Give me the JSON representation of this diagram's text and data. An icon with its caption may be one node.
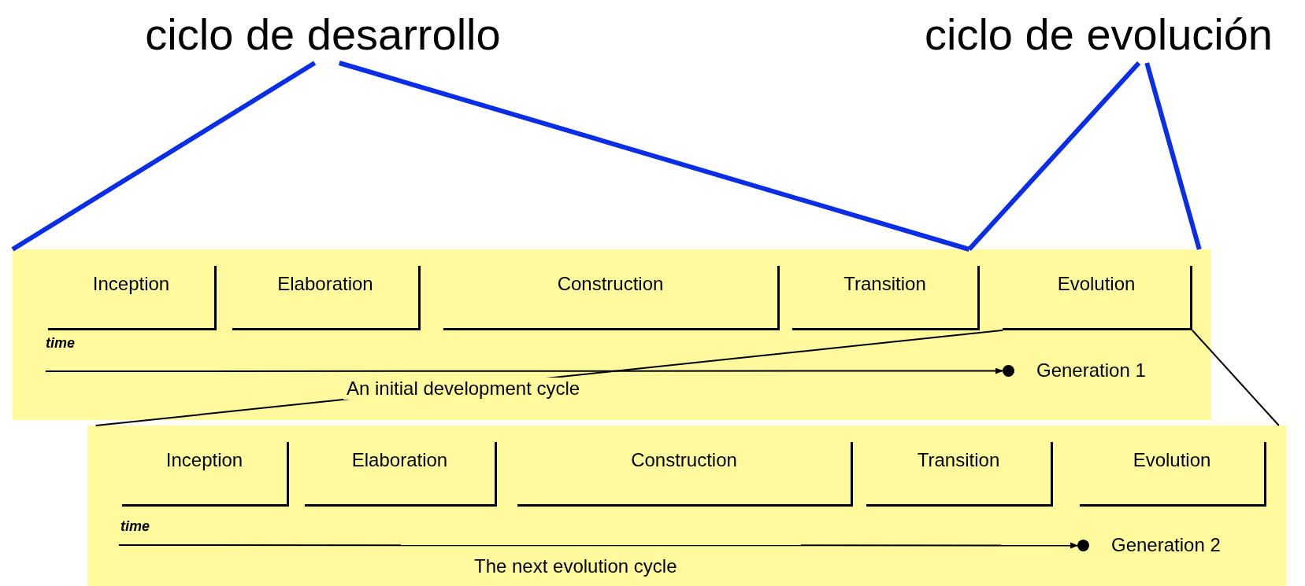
{
  "diagram": {
    "nodes": [
      {
        "text": [
          "ciclo de desarrollo"
        ]
      },
      {
        "text": [
          "ciclo de evolución"
        ]
      },
      {
        "text": [],
        "shape": "box"
      },
      {
        "text": [
          "Inception"
        ],
        "in": 2
      },
      {
        "text": [
          "Elaboration"
        ],
        "in": 2
      },
      {
        "text": [
          "Construction"
        ],
        "in": 2
      },
      {
        "text": [
          "Transition"
        ],
        "in": 2
      },
      {
        "text": [
          "Evolution"
        ],
        "in": 2
      },
      {
        "text": [],
        "shape": "circle",
        "in": 2,
        "beside": [
          "Generation 1"
        ]
      },
      {
        "text": [],
        "shape": "box"
      },
      {
        "text": [
          "Inception"
        ],
        "in": 9
      },
      {
        "text": [
          "Elaboration"
        ],
        "in": 9
      },
      {
        "text": [
          "Construction"
        ],
        "in": 9
      },
      {
        "text": [
          "Transition"
        ],
        "in": 9
      },
      {
        "text": [
          "Evolution"
        ],
        "in": 9
      },
      {
        "text": [],
        "shape": "circle",
        "in": 9,
        "beside": [
          "Generation 2"
        ]
      }
    ],
    "edges": [
      {
        "from": 0,
        "to": 2,
        "arrow": "none",
        "style": "thick"
      },
      {
        "from": 0,
        "to": 2,
        "arrow": "none",
        "style": "thick"
      },
      {
        "from": 1,
        "to": 2,
        "arrow": "none",
        "style": "thick"
      },
      {
        "from": 1,
        "to": 2,
        "arrow": "none",
        "style": "thick"
      },
      {
        "from": 7,
        "to": 9,
        "arrow": "none",
        "color": "#000000"
      },
      {
        "from": 7,
        "to": 9,
        "arrow": "none",
        "color": "#000000"
      },
      {
        "from": null,
        "to": 8,
        "arrow": "to",
        "color": "#000000"
      },
      {
        "from": null,
        "to": 15,
        "arrow": "to",
        "color": "#000000"
      }
    ],
    "labels": [
      "time",
      "An initial development cycle",
      "time",
      "The next evolution cycle"
    ]
  }
}
